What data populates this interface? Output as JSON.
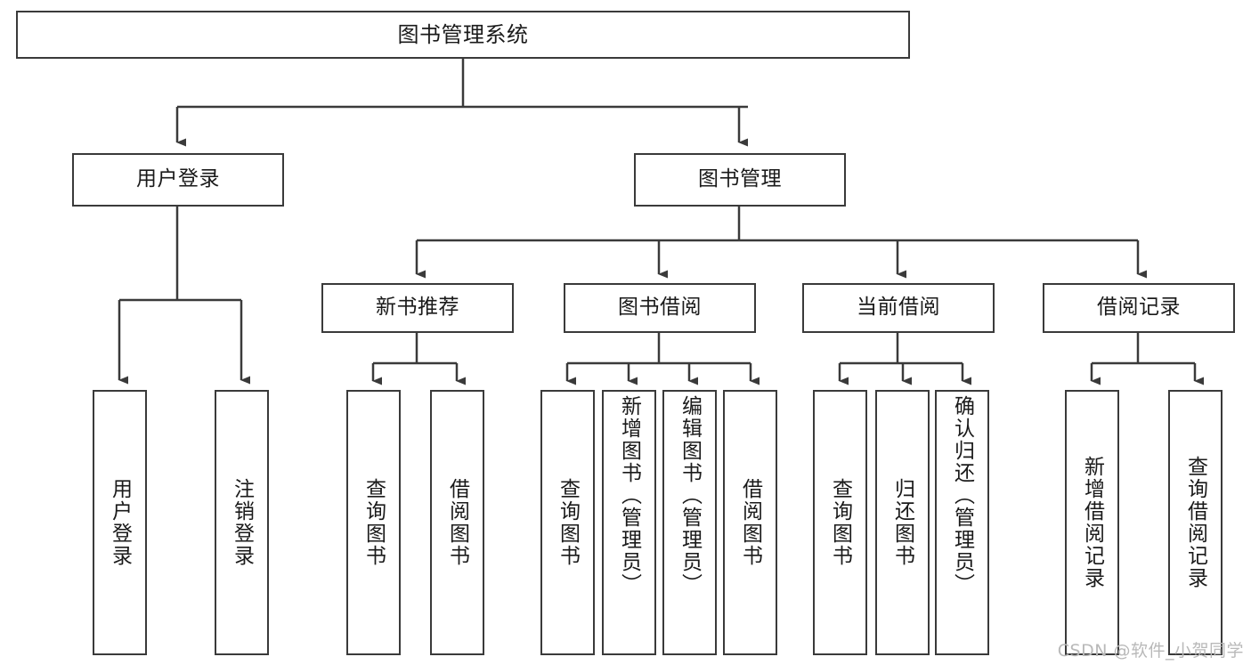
{
  "diagram": {
    "title": "图书管理系统",
    "type": "tree",
    "root": {
      "label": "图书管理系统"
    },
    "level2": [
      {
        "label": "用户登录"
      },
      {
        "label": "图书管理"
      }
    ],
    "level3": [
      {
        "label": "新书推荐"
      },
      {
        "label": "图书借阅"
      },
      {
        "label": "当前借阅"
      },
      {
        "label": "借阅记录"
      }
    ],
    "leaves": {
      "user_login": [
        {
          "label": "用户登录"
        },
        {
          "label": "注销登录"
        }
      ],
      "new_book_recommend": [
        {
          "label": "查询图书"
        },
        {
          "label": "借阅图书"
        }
      ],
      "book_borrow": [
        {
          "label": "查询图书"
        },
        {
          "label": "新增图书（管理员）"
        },
        {
          "label": "编辑图书（管理员）"
        },
        {
          "label": "借阅图书"
        }
      ],
      "current_borrow": [
        {
          "label": "查询图书"
        },
        {
          "label": "归还图书"
        },
        {
          "label": "确认归还（管理员）"
        }
      ],
      "borrow_record": [
        {
          "label": "新增借阅记录"
        },
        {
          "label": "查询借阅记录"
        }
      ]
    },
    "watermark": "CSDN @软件_小贺同学",
    "colors": {
      "stroke": "#3a3a3a",
      "text": "#1a1a1a",
      "background": "#ffffff",
      "watermark": "#b9b9b9"
    }
  }
}
